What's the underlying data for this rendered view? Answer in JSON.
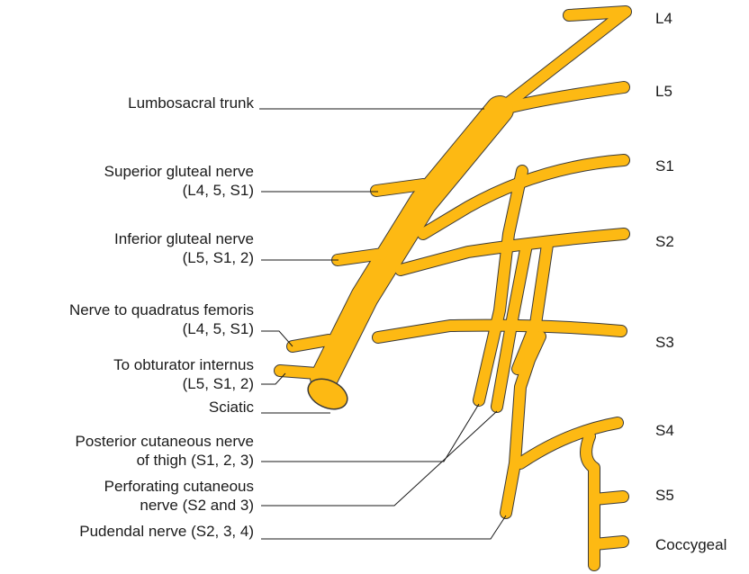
{
  "colors": {
    "nerve_fill": "#FDB913",
    "nerve_outline": "#3a3a3a",
    "leader_line": "#1a1a1a",
    "text": "#1a1a1a"
  },
  "roots": {
    "l4": "L4",
    "l5": "L5",
    "s1": "S1",
    "s2": "S2",
    "s3": "S3",
    "s4": "S4",
    "s5": "S5",
    "coccygeal": "Coccygeal"
  },
  "branches": {
    "lumbosacral_trunk": "Lumbosacral trunk",
    "superior_gluteal": {
      "name": "Superior gluteal nerve",
      "roots": "(L4, 5, S1)"
    },
    "inferior_gluteal": {
      "name": "Inferior gluteal nerve",
      "roots": "(L5, S1, 2)"
    },
    "quadratus_femoris": {
      "name": "Nerve to quadratus femoris",
      "roots": "(L4, 5, S1)"
    },
    "obturator_internus": {
      "name": "To obturator internus",
      "roots": "(L5, S1, 2)"
    },
    "sciatic": "Sciatic",
    "posterior_cutaneous": {
      "line1": "Posterior cutaneous nerve",
      "line2": "of thigh (S1, 2, 3)"
    },
    "perforating_cutaneous": {
      "line1": "Perforating cutaneous",
      "line2": "nerve (S2 and 3)"
    },
    "pudendal": "Pudendal nerve (S2, 3, 4)"
  }
}
